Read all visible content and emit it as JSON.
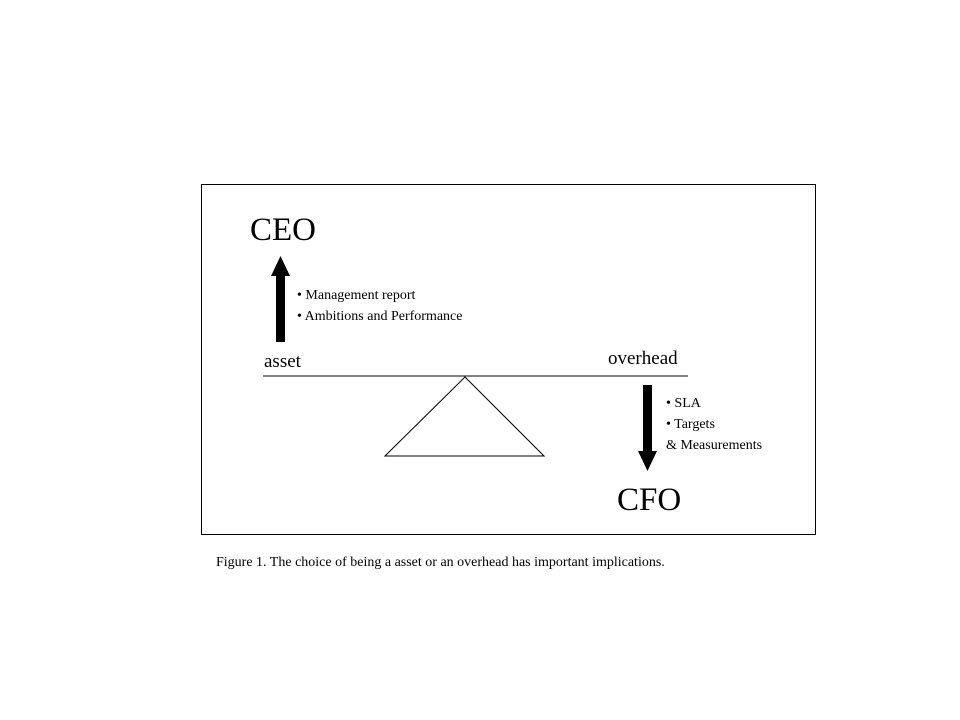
{
  "diagram": {
    "top_label": "CEO",
    "bottom_label": "CFO",
    "left_label": "asset",
    "right_label": "overhead",
    "up_bullets": [
      "• Management report",
      "• Ambitions and Performance"
    ],
    "down_bullets": [
      "• SLA",
      "• Targets",
      "& Measurements"
    ]
  },
  "caption": "Figure 1. The choice of being a asset or an overhead has important implications."
}
